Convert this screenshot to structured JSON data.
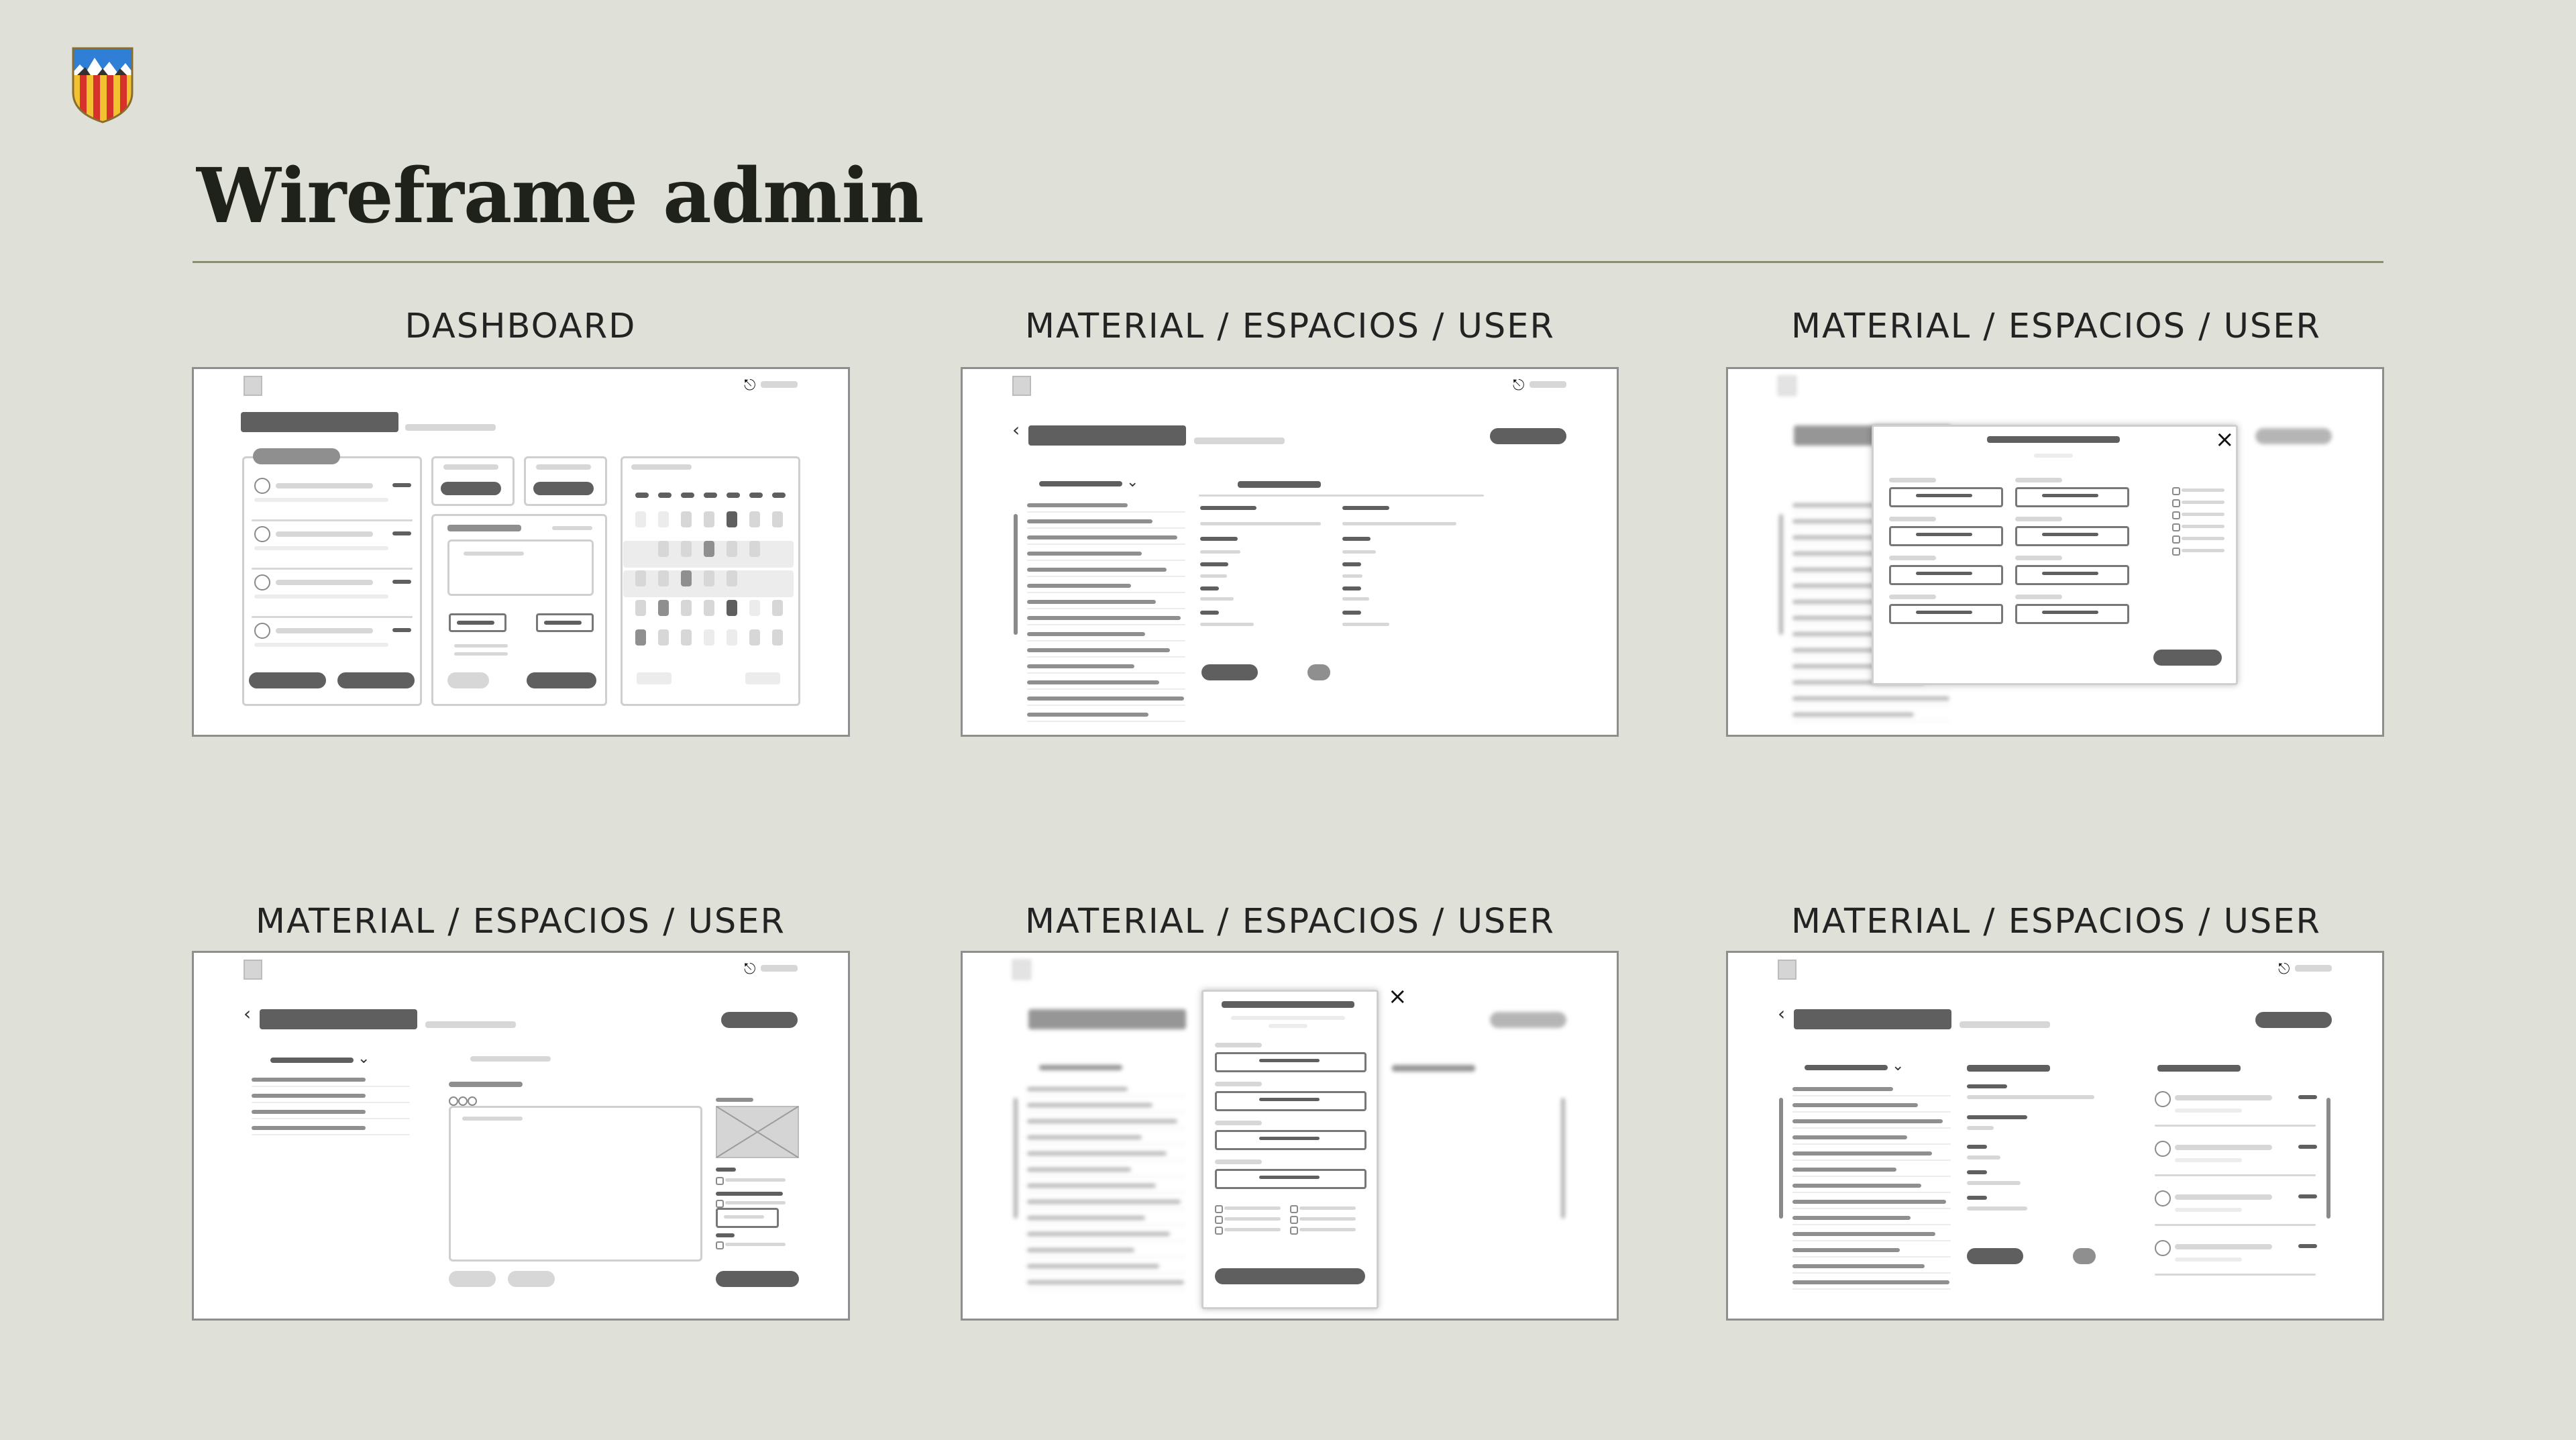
{
  "page": {
    "title": "Wireframe admin"
  },
  "logo": {
    "name": "shield-logo"
  },
  "sections": [
    {
      "label": "DASHBOARD"
    },
    {
      "label": "MATERIAL / ESPACIOS / USER"
    },
    {
      "label": "MATERIAL / ESPACIOS / USER"
    },
    {
      "label": "MATERIAL / ESPACIOS / USER"
    },
    {
      "label": "MATERIAL / ESPACIOS / USER"
    },
    {
      "label": "MATERIAL / ESPACIOS / USER"
    }
  ],
  "icons": {
    "close": "×",
    "back": "‹",
    "chevron": "⌄",
    "logout": "⎋",
    "prev": "‹",
    "next": "›"
  },
  "colors": {
    "background": "#dfe1d8",
    "rule": "#8a8f66",
    "wire_dark": "#5f5f5f",
    "wire_light": "#d7d7d7"
  }
}
